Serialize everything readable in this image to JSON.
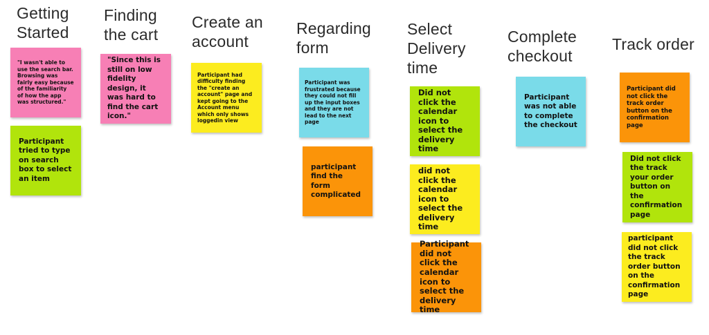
{
  "colors": {
    "pink": "#f77fb5",
    "green": "#b1e40c",
    "yellow": "#fcec1f",
    "cyan": "#7adbe9",
    "orange": "#fb9409",
    "heading": "#2b2b2b"
  },
  "columns": [
    {
      "heading": "Getting\nStarted",
      "notes": [
        {
          "color": "pink",
          "text": "\"I wasn't able to use the search bar. Browsing was fairly easy because of the familiarity of how the app was structured.\""
        },
        {
          "color": "green",
          "text": "Participant tried to type on search box to select an item"
        }
      ]
    },
    {
      "heading": "Finding\nthe cart",
      "notes": [
        {
          "color": "pink",
          "text": "\"Since this is still on low fidelity design, it was hard to find the cart icon.\""
        }
      ]
    },
    {
      "heading": "Create an\naccount",
      "notes": [
        {
          "color": "yellow",
          "text": "Participant had difficulty finding the \"create an account\" page and kept going to the Account menu which only shows loggedin view"
        }
      ]
    },
    {
      "heading": "Regarding\nform",
      "notes": [
        {
          "color": "cyan",
          "text": "Participant was frustrated because they could not fill up the input boxes and they are not lead to the next page"
        },
        {
          "color": "orange",
          "text": "participant find the form complicated"
        }
      ]
    },
    {
      "heading": "Select\nDelivery\ntime",
      "notes": [
        {
          "color": "green",
          "text": "Did not click the calendar icon to select the delivery time"
        },
        {
          "color": "yellow",
          "text": "did not click the calendar icon to select the delivery time"
        },
        {
          "color": "orange",
          "text": "Participant did not click the calendar icon to select the delivery time"
        }
      ]
    },
    {
      "heading": "Complete\ncheckout",
      "notes": [
        {
          "color": "cyan",
          "text": "Participant was not able to complete the checkout"
        }
      ]
    },
    {
      "heading": "Track order",
      "notes": [
        {
          "color": "orange",
          "text": "Participant did not click the track order button on the confirmation page"
        },
        {
          "color": "green",
          "text": "Did not click the track your order button on the confirmation page"
        },
        {
          "color": "yellow",
          "text": "participant did not click the track order button on the confirmation page"
        }
      ]
    }
  ]
}
